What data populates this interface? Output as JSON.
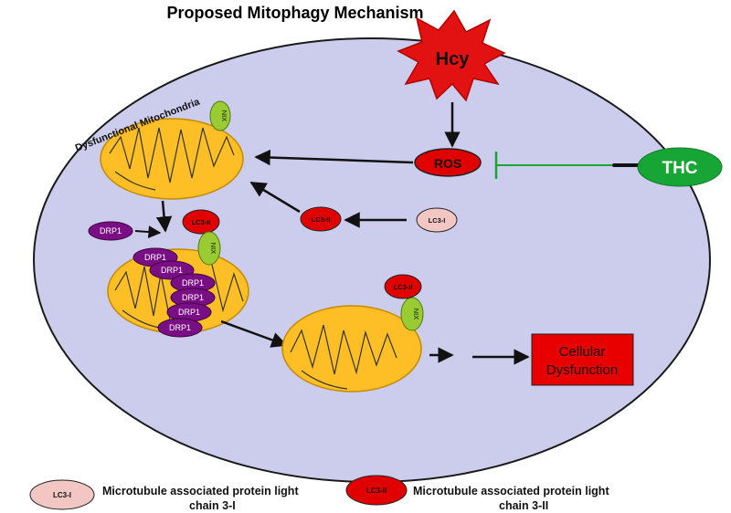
{
  "title": "Proposed Mitophagy Mechanism",
  "labels": {
    "hcy": "Hcy",
    "ros": "ROS",
    "thc": "THC",
    "dysfunctional_mitochondria": "Dysfunctional Mitochondria",
    "nix": "NIX",
    "drp1": "DRP1",
    "lc3_i": "LC3-I",
    "lc3_ii": "LC3-II",
    "cellular_dysfunction_line1": "Cellular",
    "cellular_dysfunction_line2": "Dysfunction"
  },
  "legend": {
    "lc3_i": {
      "badge": "LC3-I",
      "line1": "Microtubule associated protein light",
      "line2": "chain 3-I"
    },
    "lc3_ii": {
      "badge": "LC3-II",
      "line1": "Microtubule associated protein light",
      "line2": "chain 3-II"
    }
  },
  "colors": {
    "cell": "#ccccec",
    "mitochondria": "#fdbf25",
    "ros_red": "#e00000",
    "thc_green": "#17a535",
    "drp1_purple": "#7a0e84",
    "nix_green": "#99cc33",
    "lc3_i_pink": "#f2c7c3"
  }
}
